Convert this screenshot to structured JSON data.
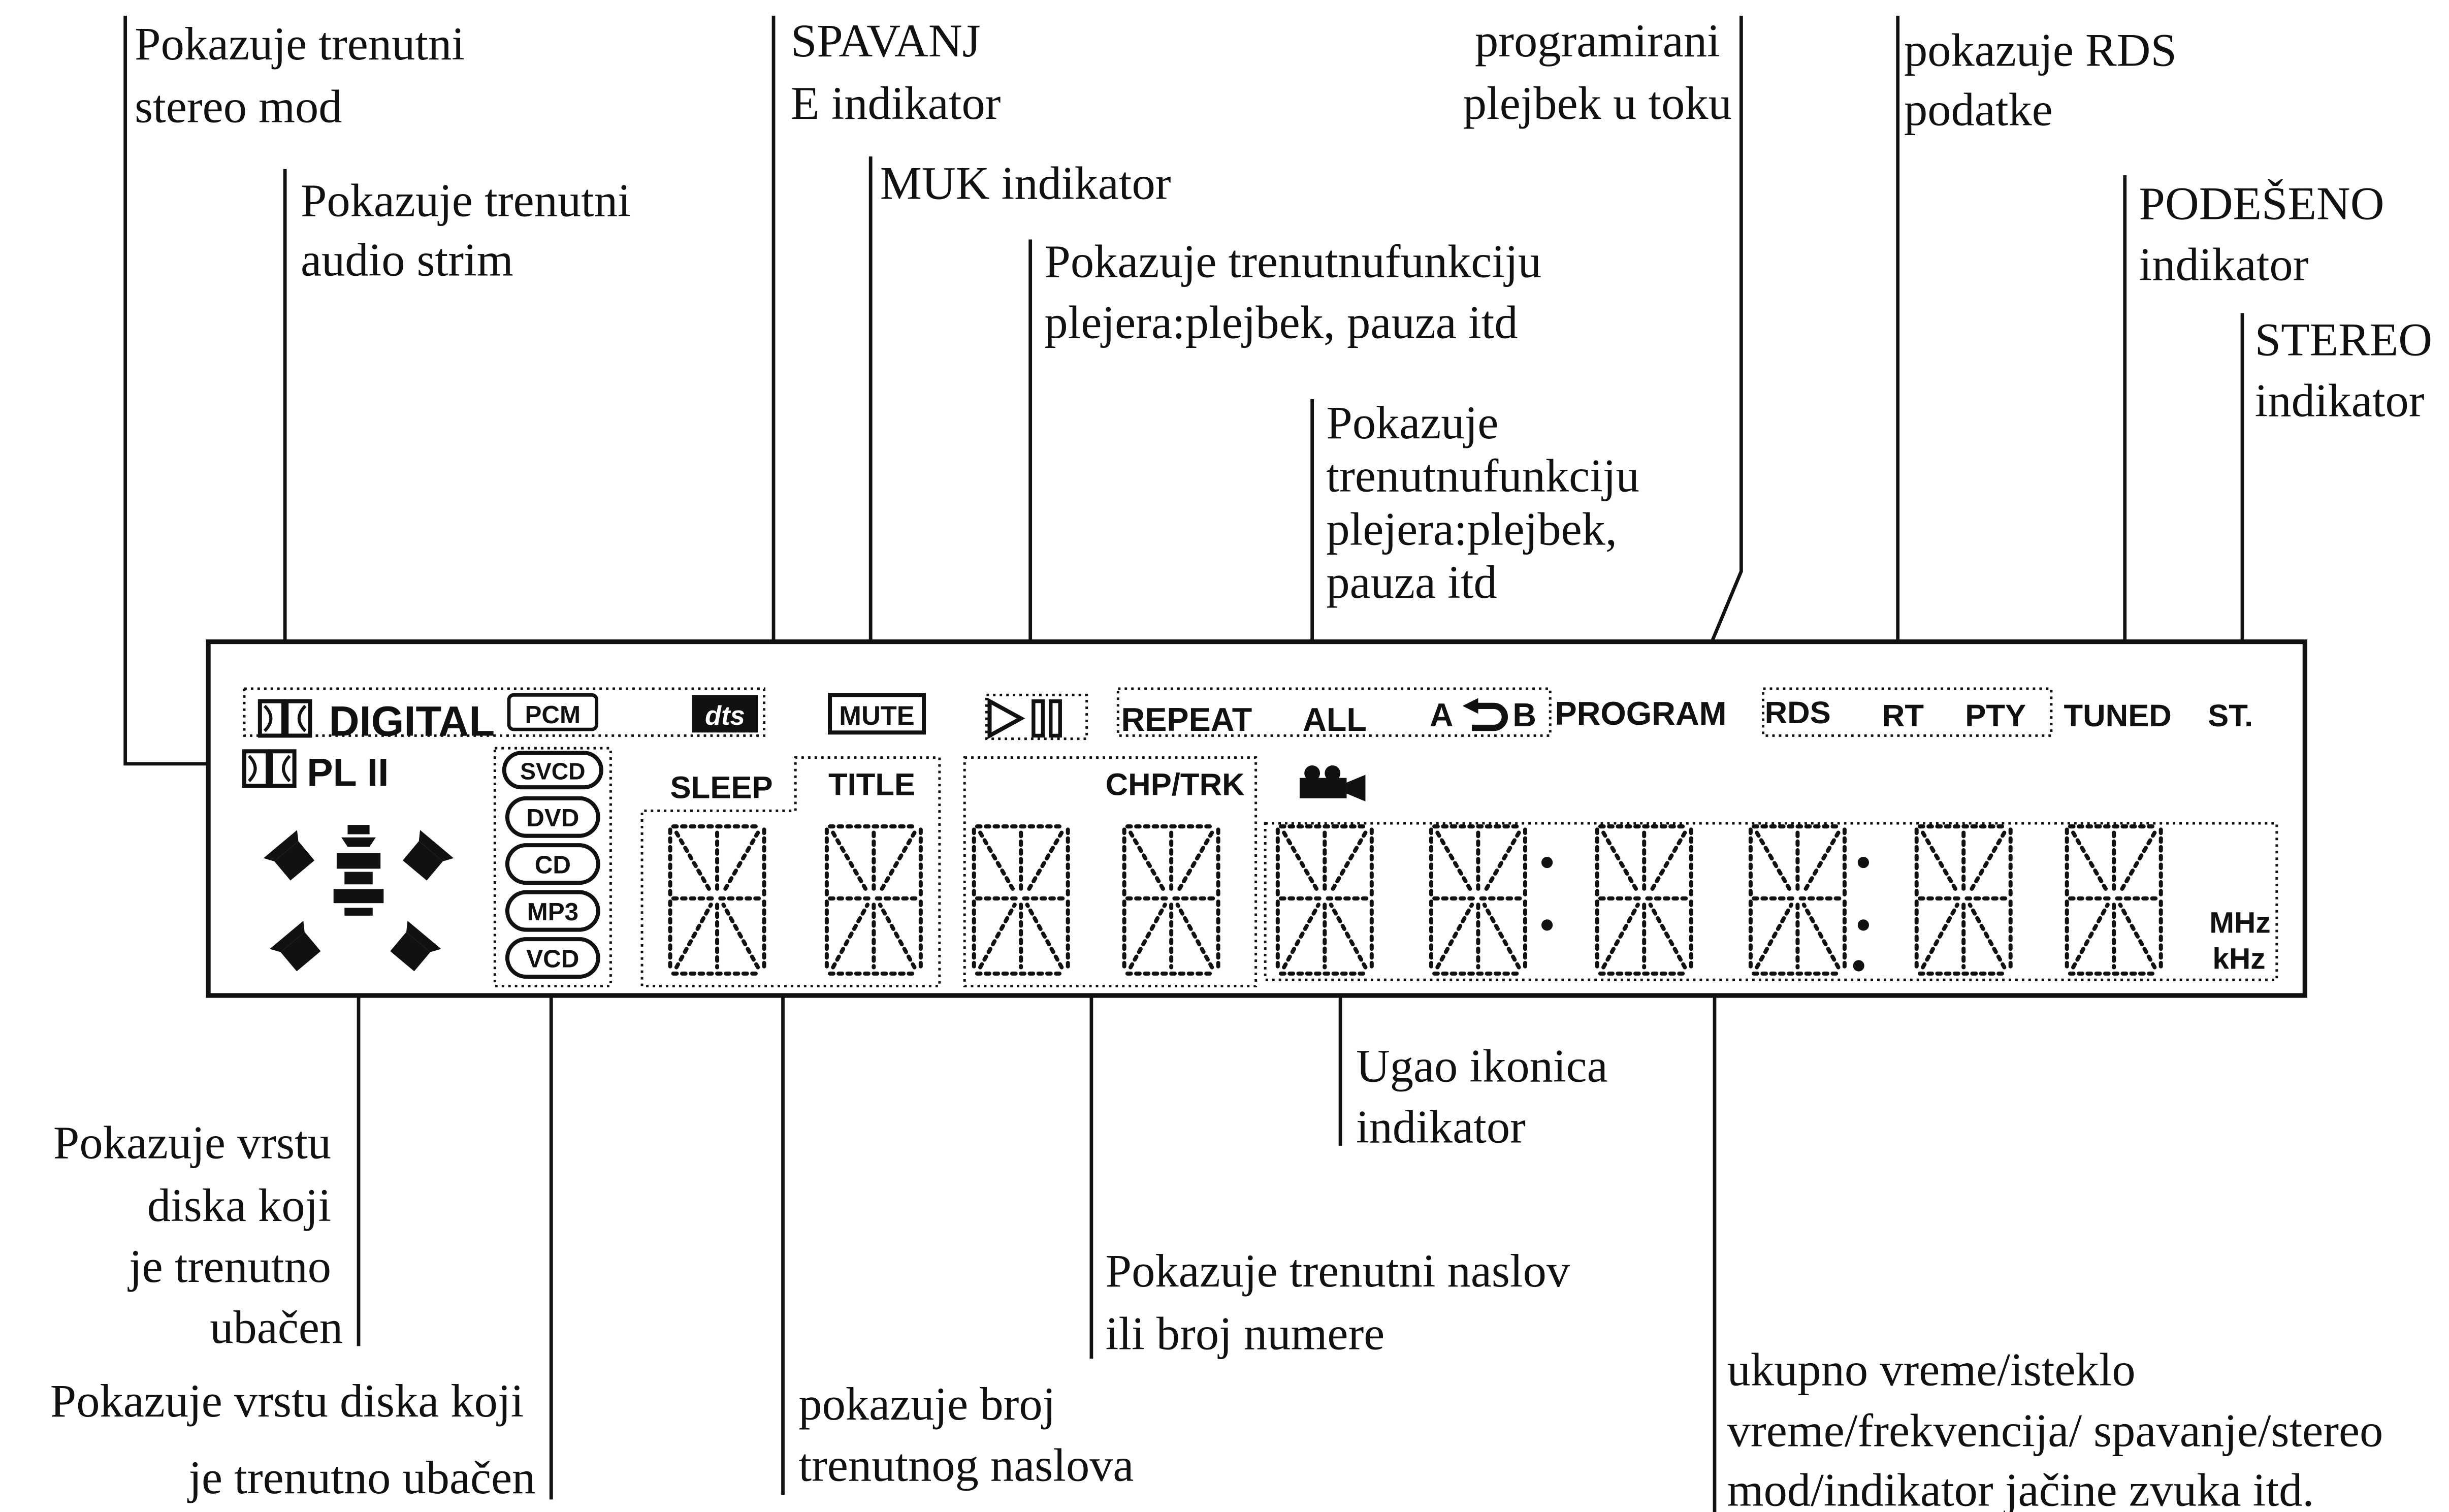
{
  "callouts": {
    "stereo_mode": [
      "Pokazuje trenutni",
      "stereo mod"
    ],
    "audio_stream": [
      "Pokazuje trenutni",
      "audio strim"
    ],
    "sleep": [
      "SPAVANJ",
      "E indikator"
    ],
    "mute": [
      "MUK indikator"
    ],
    "player_function": [
      "Pokazuje trenutnufunkciju",
      "plejera:plejbek, pauza itd"
    ],
    "repeat_function": [
      "Pokazuje",
      "trenutnufunkciju",
      "plejera:plejbek,",
      "pauza itd"
    ],
    "program": [
      "programirani",
      "plejbek u toku"
    ],
    "rds": [
      "pokazuje RDS",
      "podatke"
    ],
    "tuned": [
      "PODEŠENO",
      "indikator"
    ],
    "stereo": [
      "STEREO",
      "indikator"
    ],
    "speakers": [
      "Pokazuje vrstu",
      "diska koji",
      "je trenutno",
      "ubačen"
    ],
    "disc_type": [
      "Pokazuje vrstu diska koji",
      "je trenutno ubačen"
    ],
    "title_number": [
      "pokazuje broj",
      "trenutnog naslova"
    ],
    "chapter_track": [
      "Pokazuje trenutni naslov",
      "ili broj numere"
    ],
    "angle": [
      "Ugao ikonica",
      "indikator"
    ],
    "time_freq": [
      "ukupno vreme/isteklo",
      "vreme/frekvencija/ spavanje/stereo",
      "mod/indikator jačine zvuka itd."
    ]
  },
  "display": {
    "digital": "DIGITAL",
    "pcm": "PCM",
    "dts": "dts",
    "pl2": "PL II",
    "mute": "MUTE",
    "repeat": "REPEAT",
    "all": "ALL",
    "ab_a": "A",
    "ab_b": "B",
    "program": "PROGRAM",
    "rds": "RDS",
    "rt": "RT",
    "pty": "PTY",
    "tuned": "TUNED",
    "st": "ST.",
    "sleep": "SLEEP",
    "title": "TITLE",
    "chp_trk": "CHP/TRK",
    "discs": [
      "SVCD",
      "DVD",
      "CD",
      "MP3",
      "VCD"
    ],
    "mhz": "MHz",
    "khz": "kHz"
  }
}
